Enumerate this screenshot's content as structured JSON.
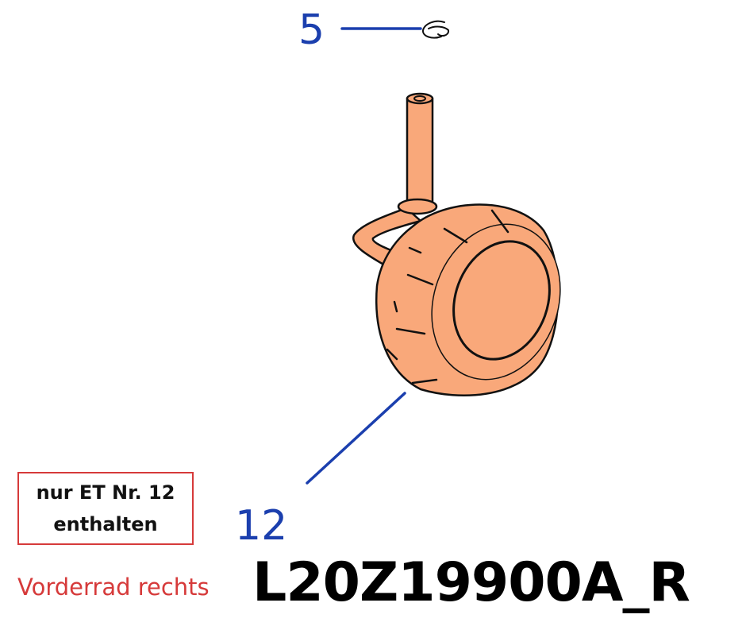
{
  "callouts": {
    "clip": "5",
    "wheel": "12"
  },
  "note": {
    "line1": "nur ET Nr. 12",
    "line2": "enthalten"
  },
  "description": "Vorderrad rechts",
  "part_number": "L20Z19900A_R",
  "colors": {
    "part_fill": "#f9a87a",
    "callout": "#1b3fae",
    "accent_red": "#d63a3a"
  }
}
